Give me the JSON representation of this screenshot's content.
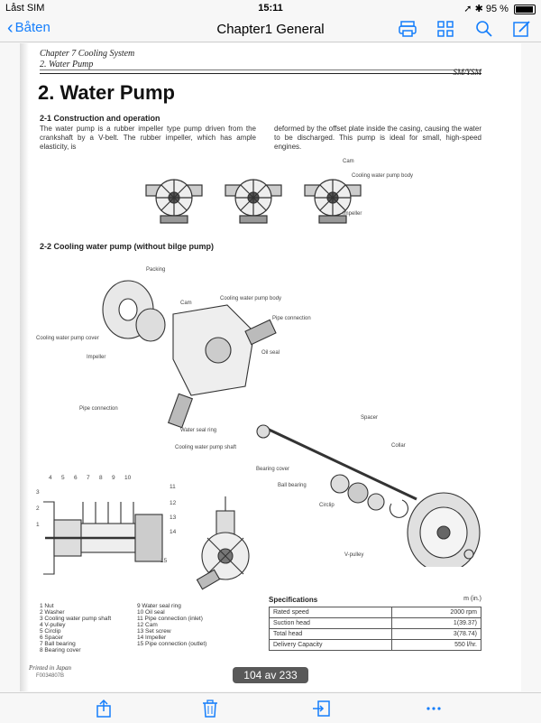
{
  "status": {
    "carrier": "Låst SIM",
    "time": "15:11",
    "battery": "95 %",
    "battery_level": 0.95
  },
  "nav": {
    "back_label": "Båten",
    "title": "Chapter1 General"
  },
  "doc": {
    "header_line1": "Chapter 7 Cooling System",
    "header_line2": "2. Water Pump",
    "model_tag": "SM/YSM",
    "title": "2. Water Pump",
    "section1_title": "2-1 Construction and operation",
    "section1_text_left": "The water pump is a rubber impeller type pump driven from the crankshaft by a V-belt. The rubber impeller, which has ample elasticity, is",
    "section1_text_right": "deformed by the offset plate inside the casing, causing the water to be discharged. This pump is ideal for small, high-speed engines.",
    "fig1_labels": {
      "cam": "Cam",
      "body": "Cooling water pump body",
      "impeller": "Impeller"
    },
    "section2_title": "2-2 Cooling water pump (without bilge pump)",
    "fig2_labels": {
      "packing": "Packing",
      "cam": "Cam",
      "body": "Cooling water pump body",
      "pipe_connection": "Pipe connection",
      "cover": "Cooling water pump cover",
      "oil_seal": "Oil seal",
      "impeller": "Impeller",
      "pipe_connection2": "Pipe connection",
      "spacer": "Spacer",
      "seal_ring": "Water seal ring",
      "collar": "Collar",
      "shaft": "Cooling water pump shaft",
      "bearing_cover": "Bearing cover",
      "ball_bearing": "Ball bearing",
      "circlip": "Circlip",
      "vpulley": "V-pulley"
    },
    "fig3_numbers": [
      "4",
      "5",
      "6",
      "7",
      "8",
      "9",
      "10",
      "3",
      "2",
      "1",
      "11",
      "12",
      "13",
      "14",
      "15"
    ],
    "legend_left": [
      "1 Nut",
      "2 Washer",
      "3 Cooling water pump shaft",
      "4 V-pulley",
      "5 Circlip",
      "6 Spacer",
      "7 Ball bearing",
      "8 Bearing cover"
    ],
    "legend_right": [
      "9 Water seal ring",
      "10 Oil seal",
      "11 Pipe connection (inlet)",
      "12 Cam",
      "13 Set screw",
      "14 Impeller",
      "15 Pipe connection (outlet)"
    ],
    "spec": {
      "title": "Specifications",
      "unit": "m (in.)",
      "rows": [
        {
          "label": "Rated speed",
          "value": "2000 rpm"
        },
        {
          "label": "Suction head",
          "value": "1(39.37)"
        },
        {
          "label": "Total head",
          "value": "3(78.74)"
        },
        {
          "label": "Delivery Capacity",
          "value": "550 l/hr."
        }
      ]
    },
    "printed": "Printed in Japan",
    "printed_code": "F0034807B"
  },
  "page_indicator": "104 av 233",
  "colors": {
    "accent": "#157efb"
  },
  "icons": [
    "back-chevron-icon",
    "print-icon",
    "grid-icon",
    "search-icon",
    "edit-icon",
    "share-icon",
    "trash-icon",
    "move-icon",
    "more-icon"
  ]
}
